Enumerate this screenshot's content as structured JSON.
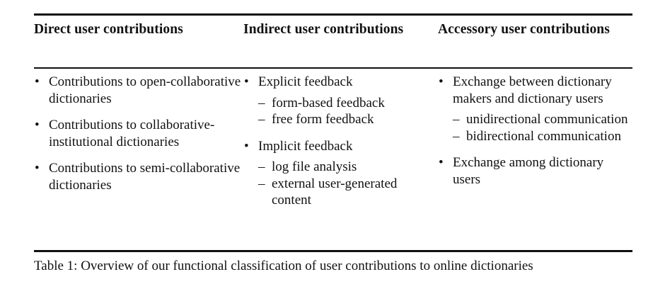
{
  "figure": {
    "caption": "Table 1: Overview of our functional classification of user contributions to online dictionaries",
    "bullet_marker": "•",
    "subbullet_marker": "–",
    "rule_color": "#111111"
  },
  "columns": [
    {
      "header": "Direct user contributions",
      "items": [
        {
          "text": "Contributions to open-collaborative dictionaries",
          "subitems": []
        },
        {
          "text": "Contributions to collaborative-institutional dictionaries",
          "subitems": []
        },
        {
          "text": "Contributions to semi-collaborative dictionaries",
          "subitems": []
        }
      ]
    },
    {
      "header": "Indirect user contributions",
      "items": [
        {
          "text": "Explicit feedback",
          "subitems": [
            "form-based feedback",
            "free form feedback"
          ]
        },
        {
          "text": "Implicit feedback",
          "subitems": [
            "log file analysis",
            "external user-generated content"
          ]
        }
      ]
    },
    {
      "header": "Accessory user contributions",
      "items": [
        {
          "text": "Exchange between dictionary makers and dictionary users",
          "subitems": [
            "unidirectional communication",
            "bidirectional communication"
          ]
        },
        {
          "text": "Exchange among dictionary users",
          "subitems": []
        }
      ]
    }
  ]
}
